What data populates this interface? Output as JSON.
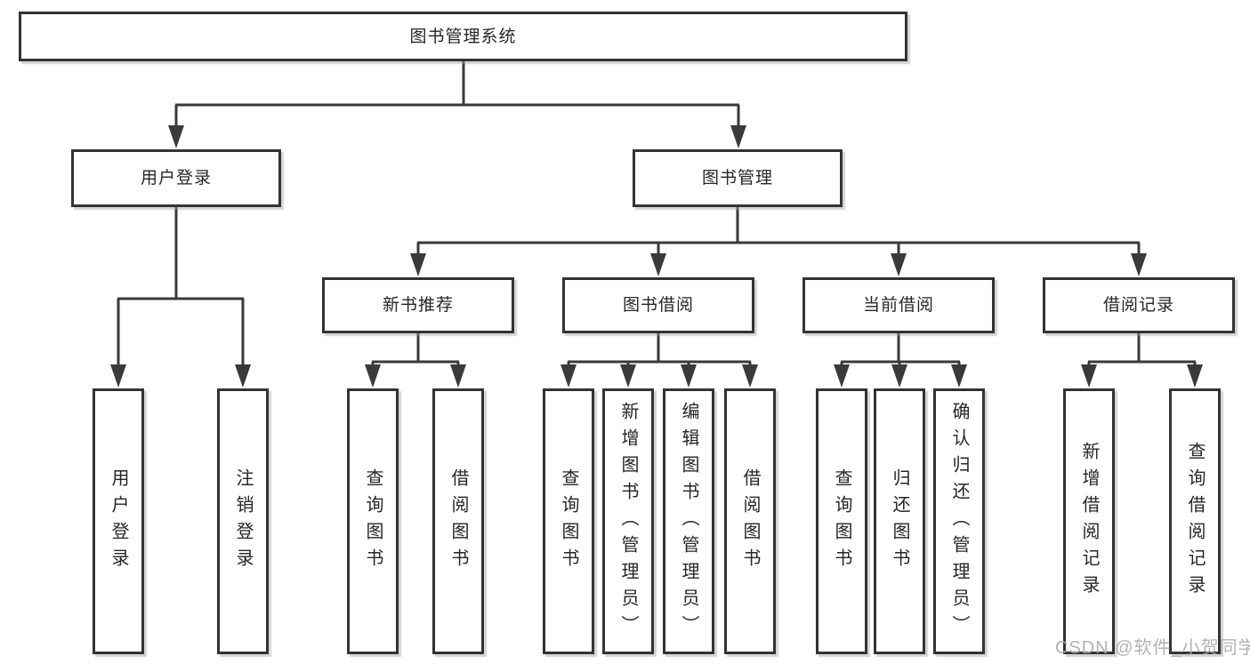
{
  "diagram": {
    "type": "hierarchy-tree",
    "colors": {
      "background": "#ffffff",
      "box_border": "#333333",
      "connector_line": "#3a3a3a",
      "text": "#262626",
      "watermark": "#aaaaaa"
    }
  },
  "tree": {
    "label": "图书管理系统",
    "children": [
      {
        "label": "用户登录",
        "children": [
          {
            "label": "用户登录"
          },
          {
            "label": "注销登录"
          }
        ]
      },
      {
        "label": "图书管理",
        "children": [
          {
            "label": "新书推荐",
            "children": [
              {
                "label": "查询图书"
              },
              {
                "label": "借阅图书"
              }
            ]
          },
          {
            "label": "图书借阅",
            "children": [
              {
                "label": "查询图书"
              },
              {
                "label": "新增图书（管理员）"
              },
              {
                "label": "编辑图书（管理员）"
              },
              {
                "label": "借阅图书"
              }
            ]
          },
          {
            "label": "当前借阅",
            "children": [
              {
                "label": "查询图书"
              },
              {
                "label": "归还图书"
              },
              {
                "label": "确认归还（管理员）"
              }
            ]
          },
          {
            "label": "借阅记录",
            "children": [
              {
                "label": "新增借阅记录"
              },
              {
                "label": "查询借阅记录"
              }
            ]
          }
        ]
      }
    ]
  },
  "watermark": {
    "text": "CSDN @软件_小贺同学"
  }
}
